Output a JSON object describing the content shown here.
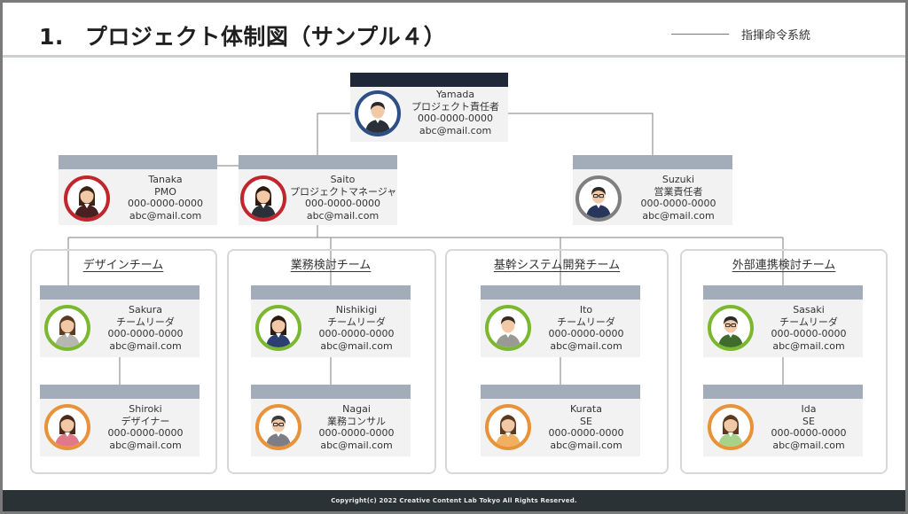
{
  "header": {
    "number": "1.",
    "title": "プロジェクト体制図（サンプル４）",
    "legend_label": "指揮命令系統"
  },
  "footer": {
    "copyright": "Copyright(c) 2022 Creative Content Lab Tokyo All Rights Reserved."
  },
  "ring_colors": {
    "blue": "#2e4f86",
    "red": "#c0262c",
    "gray": "#7f7f7f",
    "green": "#7cb82f",
    "orange": "#e8923a"
  },
  "teams": [
    {
      "name": "デザインチーム"
    },
    {
      "name": "業務検討チーム"
    },
    {
      "name": "基幹システム開発チーム"
    },
    {
      "name": "外部連携検討チーム"
    }
  ],
  "members": {
    "yamada": {
      "name": "Yamada",
      "role": "プロジェクト責任者",
      "phone": "000-0000-0000",
      "email": "abc@mail.com",
      "ring": "blue",
      "icon": "man-suit-icon"
    },
    "tanaka": {
      "name": "Tanaka",
      "role": "PMO",
      "phone": "000-0000-0000",
      "email": "abc@mail.com",
      "ring": "red",
      "icon": "woman-dark-dress-icon"
    },
    "saito": {
      "name": "Saito",
      "role": "プロジェクトマネージャ",
      "phone": "000-0000-0000",
      "email": "abc@mail.com",
      "ring": "red",
      "icon": "woman-suit-icon"
    },
    "suzuki": {
      "name": "Suzuki",
      "role": "営業責任者",
      "phone": "000-0000-0000",
      "email": "abc@mail.com",
      "ring": "gray",
      "icon": "man-glasses-suit-icon"
    },
    "sakura": {
      "name": "Sakura",
      "role": "チームリーダ",
      "phone": "000-0000-0000",
      "email": "abc@mail.com",
      "ring": "green",
      "icon": "woman-long-hair-icon"
    },
    "shiroki": {
      "name": "Shiroki",
      "role": "デザイナー",
      "phone": "000-0000-0000",
      "email": "abc@mail.com",
      "ring": "orange",
      "icon": "woman-pink-icon"
    },
    "nishikigi": {
      "name": "Nishikigi",
      "role": "チームリーダ",
      "phone": "000-0000-0000",
      "email": "abc@mail.com",
      "ring": "green",
      "icon": "woman-navy-vest-icon"
    },
    "nagai": {
      "name": "Nagai",
      "role": "業務コンサル",
      "phone": "000-0000-0000",
      "email": "abc@mail.com",
      "ring": "orange",
      "icon": "man-glasses-gray-suit-icon"
    },
    "ito": {
      "name": "Ito",
      "role": "チームリーダ",
      "phone": "000-0000-0000",
      "email": "abc@mail.com",
      "ring": "green",
      "icon": "man-gray-jacket-icon"
    },
    "kurata": {
      "name": "Kurata",
      "role": "SE",
      "phone": "000-0000-0000",
      "email": "abc@mail.com",
      "ring": "orange",
      "icon": "woman-orange-top-icon"
    },
    "sasaki": {
      "name": "Sasaki",
      "role": "チームリーダ",
      "phone": "000-0000-0000",
      "email": "abc@mail.com",
      "ring": "green",
      "icon": "man-glasses-green-icon"
    },
    "ida": {
      "name": "Ida",
      "role": "SE",
      "phone": "000-0000-0000",
      "email": "abc@mail.com",
      "ring": "orange",
      "icon": "woman-green-top-icon"
    }
  }
}
